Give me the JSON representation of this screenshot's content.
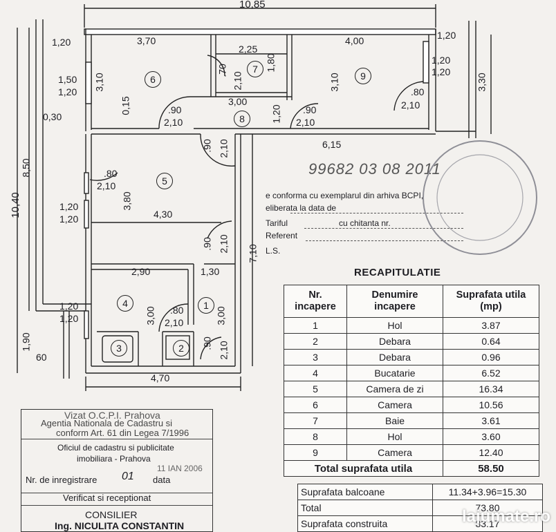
{
  "plan": {
    "overall_width": "10,85",
    "overall_height": "10,40",
    "dims": {
      "d_120_a": "1,20",
      "d_370": "3,70",
      "d_400": "4,00",
      "d_120_b": "1,20",
      "d_225": "2,25",
      "d_180": "1,80",
      "d_070": ".70",
      "d_210_a": "2,10",
      "d_150": "1,50",
      "d_120_c": "1,20",
      "d_310_a": "3,10",
      "d_015": "0,15",
      "d_090_a": ".90",
      "d_210_b": "2,10",
      "d_300_a": "3,00",
      "d_120_d": "1,20",
      "d_090_b": ".90",
      "d_210_c": "2,10",
      "d_310_b": "3,10",
      "d_080_a": ".80",
      "d_210_d": "2,10",
      "d_120_e": "1,20",
      "d_120_f": "1,20",
      "d_330": "3,30",
      "d_030": "0,30",
      "d_850": "8,50",
      "d_090_c": ".90",
      "d_210_e": "2,10",
      "d_615": "6,15",
      "d_080_b": ".80",
      "d_210_f": "2,10",
      "d_380": "3,80",
      "d_120_g": "1,20",
      "d_120_h": "1,20",
      "d_430": "4,30",
      "d_090_d": ".90",
      "d_210_g": "2,10",
      "d_710": "7,10",
      "d_290": "2,90",
      "d_130": "1,30",
      "d_120_i": "1,20",
      "d_120_j": "1,20",
      "d_080_c": ".80",
      "d_210_h": "2,10",
      "d_300_b": "3,00",
      "d_300_c": "3,00",
      "d_090_e": ".90",
      "d_210_i": "2,10",
      "d_190": "1,90",
      "d_060": "60",
      "d_470": "4,70"
    },
    "rooms": [
      "1",
      "2",
      "3",
      "4",
      "5",
      "6",
      "7",
      "8",
      "9"
    ]
  },
  "stamp": {
    "number": "99682 03 08 2011",
    "line1": "e conforma cu exemplarul din arhiva BCPI,",
    "line2": "eliberata la data de",
    "line3": "Tariful",
    "line3b": "cu chitanta nr.",
    "line4": "Referent",
    "line5": "L.S."
  },
  "recap": {
    "title": "RECAPITULATIE",
    "headers": [
      "Nr. incapere",
      "Denumire incapere",
      "Suprafata utila (mp)"
    ],
    "rows": [
      [
        "1",
        "Hol",
        "3.87"
      ],
      [
        "2",
        "Debara",
        "0.64"
      ],
      [
        "3",
        "Debara",
        "0.96"
      ],
      [
        "4",
        "Bucatarie",
        "6.52"
      ],
      [
        "5",
        "Camera de zi",
        "16.34"
      ],
      [
        "6",
        "Camera",
        "10.56"
      ],
      [
        "7",
        "Baie",
        "3.61"
      ],
      [
        "8",
        "Hol",
        "3.60"
      ],
      [
        "9",
        "Camera",
        "12.40"
      ]
    ],
    "total_util_label": "Total suprafata utila",
    "total_util_value": "58.50",
    "balcoane_label": "Suprafata balcoane",
    "balcoane_value": "11.34+3.96=15.30",
    "total_label": "Total",
    "total_value": "73.80",
    "construita_label": "Suprafata construita",
    "construita_value": "83.17"
  },
  "office": {
    "viz": "Vizat O.C.P.I. Prahova",
    "agentia": "Agentia Nationala de Cadastru si",
    "conform": "conform Art. 61 din Legea 7/1996",
    "oficiul1": "Oficiul de cadastru si publicitate",
    "oficiul2": "imobiliara - Prahova",
    "date_stamp": "11 IAN 2006",
    "nr_label": "Nr. de inregistrare",
    "nr_value": "01",
    "data_label": "data",
    "verificat": "Verificat si receptionat",
    "consilier": "CONSILIER",
    "ing": "Ing. NICULITA CONSTANTIN"
  },
  "watermark": "lajumate.ro"
}
